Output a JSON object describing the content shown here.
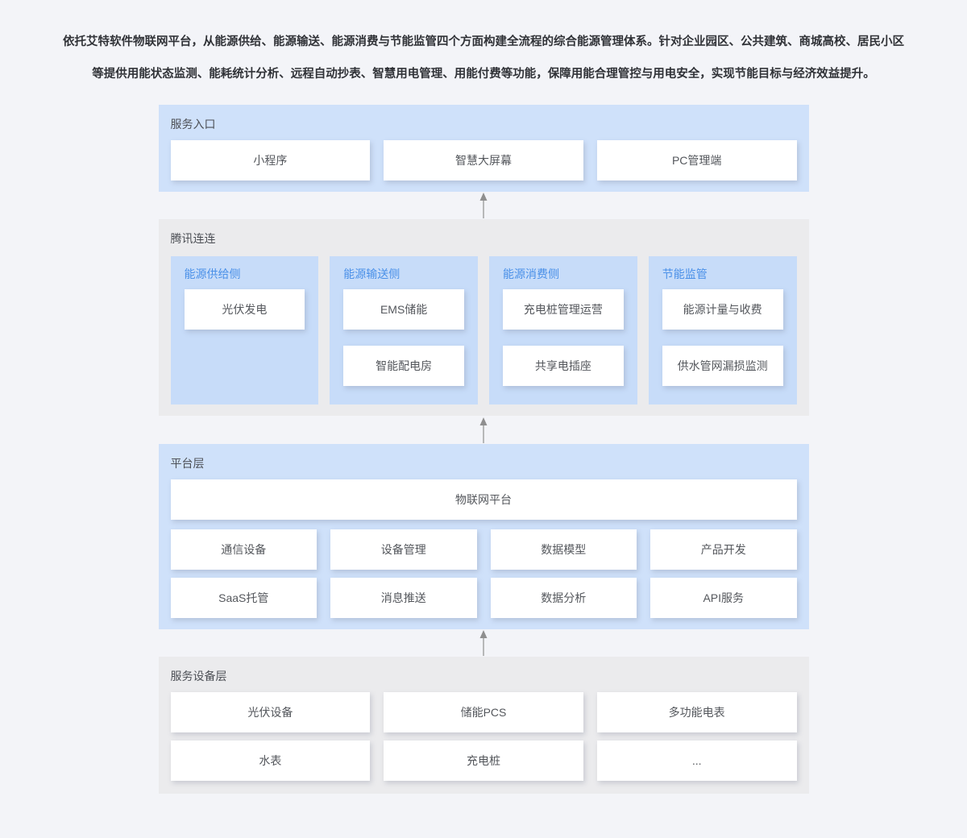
{
  "intro": {
    "line1": "依托艾特软件物联网平台，从能源供给、能源输送、能源消费与节能监管四个方面构建全流程的综合能源管理体系。针对企业园区、公共建筑、商城高校、居民小区",
    "line2": "等提供用能状态监测、能耗统计分析、远程自动抄表、智慧用电管理、用能付费等功能，保障用能合理管控与用电安全，实现节能目标与经济效益提升。"
  },
  "colors": {
    "page_bg": "#f3f4f8",
    "section_blue_bg": "#cfe1fa",
    "section_gray_bg": "#ebebed",
    "sub_column_blue_bg": "#c7dcf9",
    "accent_blue_text": "#4a90e8",
    "title_text": "#4d5056",
    "box_text": "#54575c",
    "arrow": "#8f8f8f"
  },
  "icons": {
    "arrow_up": "up-arrow-icon"
  },
  "sections": {
    "service_entry": {
      "title": "服务入口",
      "items": [
        "小程序",
        "智慧大屏幕",
        "PC管理端"
      ]
    },
    "tencent": {
      "title": "腾讯连连",
      "columns": [
        {
          "header": "能源供给侧",
          "items": [
            "光伏发电"
          ]
        },
        {
          "header": "能源输送侧",
          "items": [
            "EMS储能",
            "智能配电房"
          ]
        },
        {
          "header": "能源消费侧",
          "items": [
            "充电桩管理运营",
            "共享电插座"
          ]
        },
        {
          "header": "节能监管",
          "items": [
            "能源计量与收费",
            "供水管网漏损监测"
          ]
        }
      ]
    },
    "platform": {
      "title": "平台层",
      "main_item": "物联网平台",
      "items": [
        "通信设备",
        "设备管理",
        "数据模型",
        "产品开发",
        "SaaS托管",
        "消息推送",
        "数据分析",
        "API服务"
      ]
    },
    "device": {
      "title": "服务设备层",
      "items": [
        "光伏设备",
        "储能PCS",
        "多功能电表",
        "水表",
        "充电桩",
        "..."
      ]
    }
  }
}
